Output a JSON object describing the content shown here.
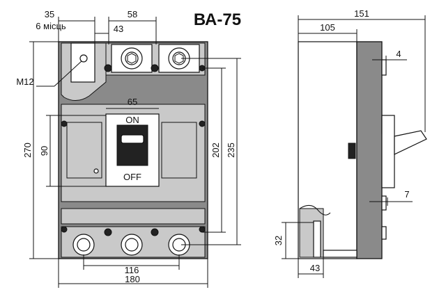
{
  "title": "ВА-75",
  "front": {
    "dims": {
      "d35": "35",
      "d6": "6 місць",
      "d58": "58",
      "d43": "43",
      "m12": "M12",
      "d65": "65",
      "d90": "90",
      "d270": "270",
      "d202": "202",
      "d235": "235",
      "d116": "116",
      "d180": "180"
    },
    "handle": {
      "on": "ON",
      "off": "OFF"
    }
  },
  "side": {
    "dims": {
      "d151": "151",
      "d105": "105",
      "d4": "4",
      "d7": "7",
      "d32": "32",
      "d43": "43"
    }
  }
}
